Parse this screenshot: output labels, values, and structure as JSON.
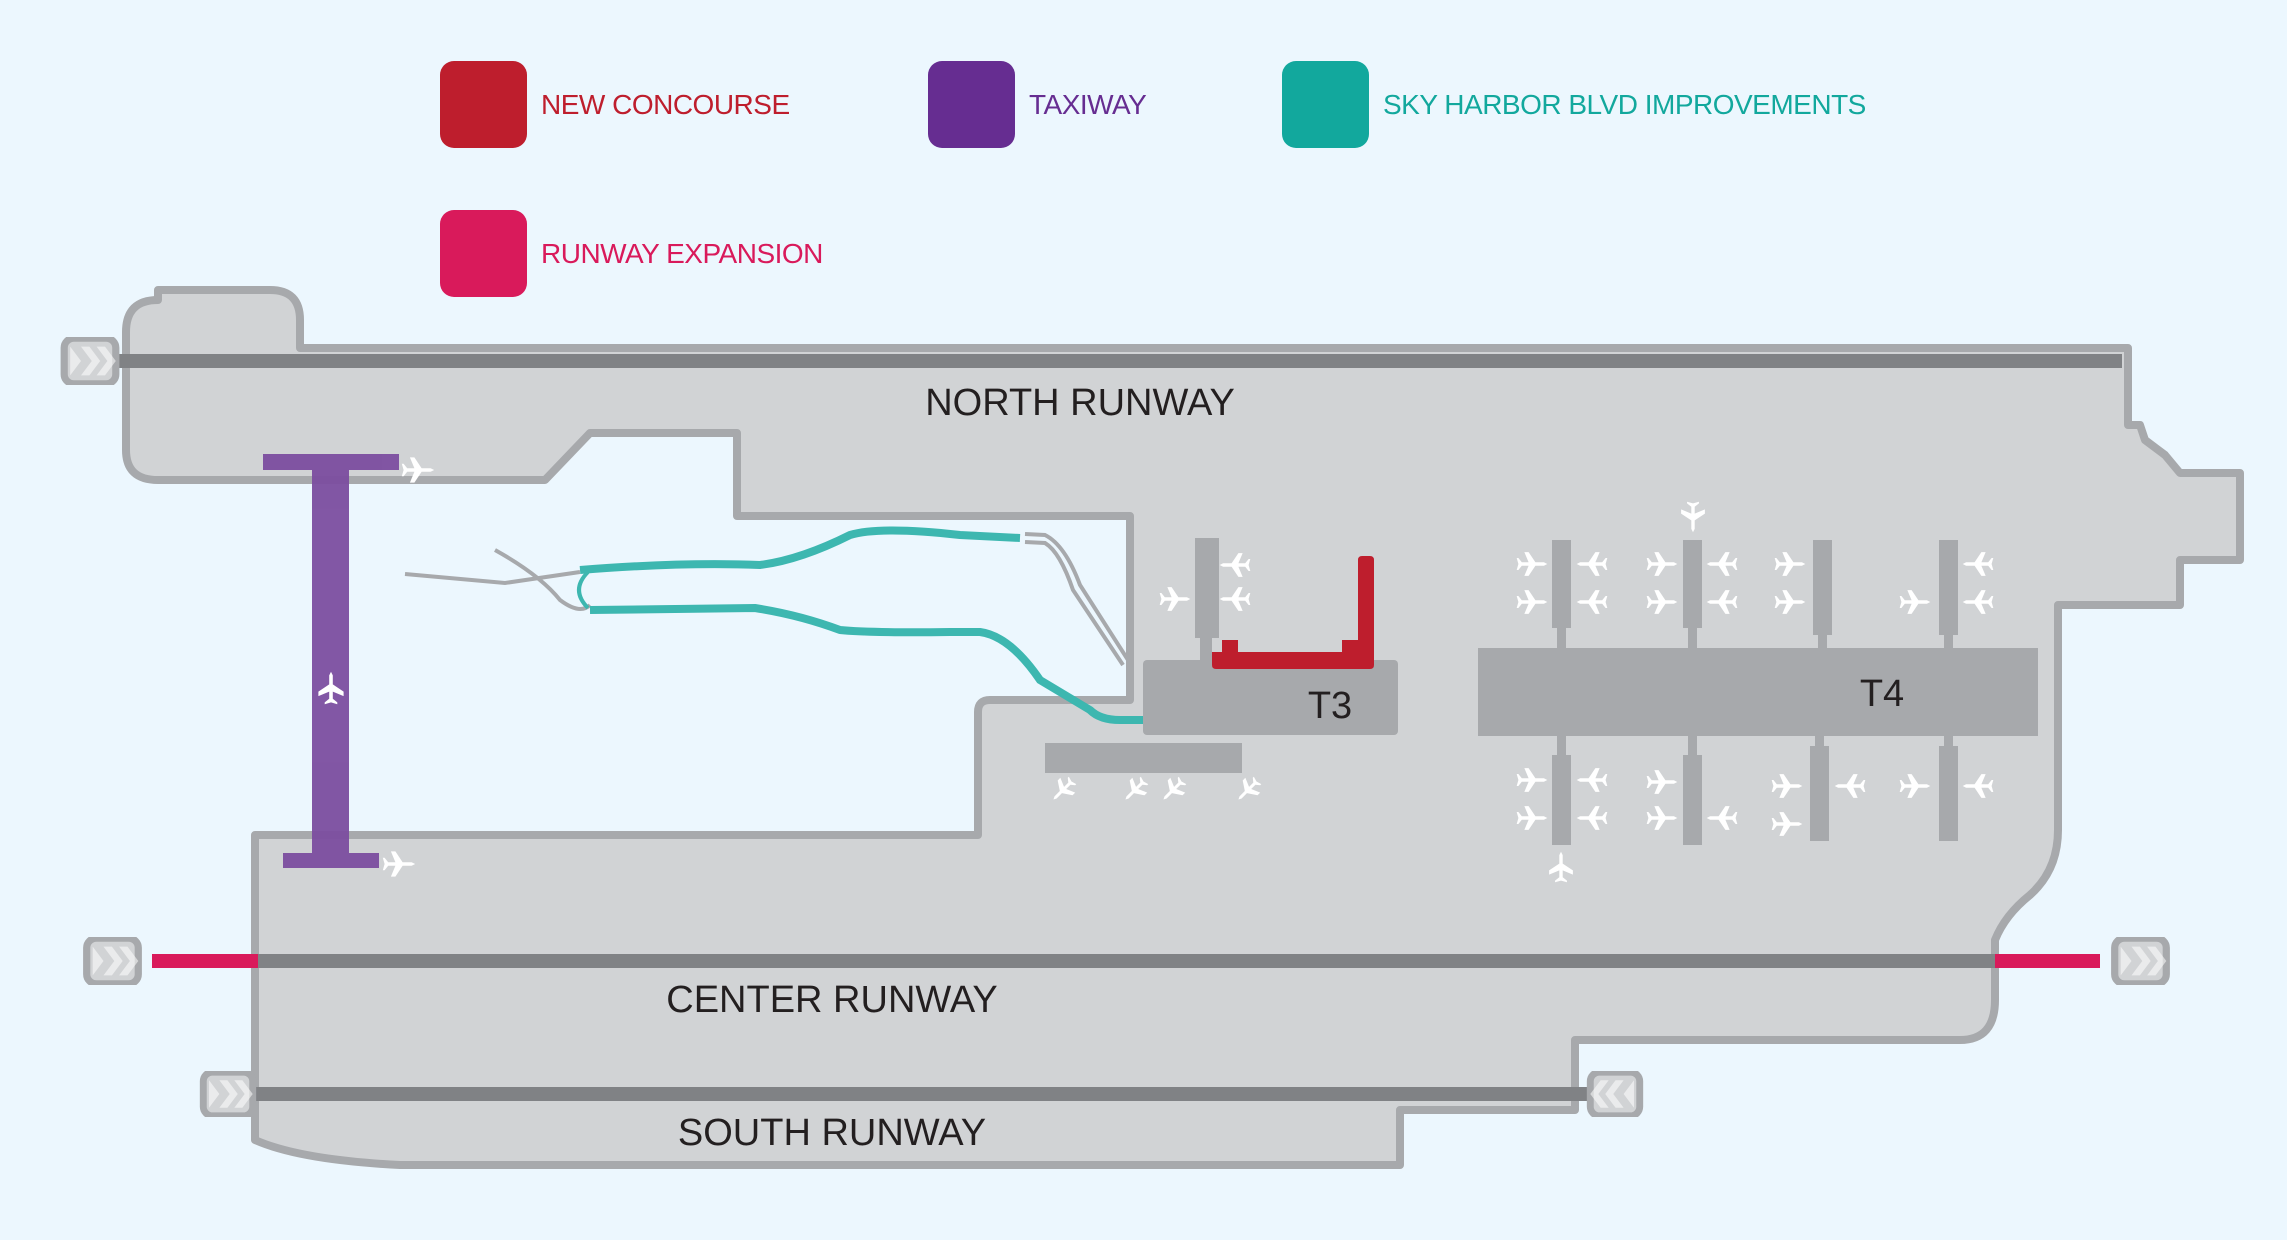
{
  "legend": [
    {
      "label": "NEW CONCOURSE",
      "color": "#be1e2d"
    },
    {
      "label": "TAXIWAY",
      "color": "#662d91"
    },
    {
      "label": "SKY HARBOR BLVD IMPROVEMENTS",
      "color": "#12a89d"
    },
    {
      "label": "RUNWAY EXPANSION",
      "color": "#d91a5b"
    }
  ],
  "runways": {
    "north": "NORTH RUNWAY",
    "center": "CENTER RUNWAY",
    "south": "SOUTH RUNWAY"
  },
  "terminals": {
    "t3": "T3",
    "t4": "T4"
  },
  "colors": {
    "background": "#ecf7fe",
    "airfield": "#d1d3d5",
    "airfield_border": "#a7a9ac",
    "runway": "#808285",
    "terminal": "#a7a9ac",
    "concourse": "#be1e2d",
    "taxiway": "#7c4ea0",
    "boulevard": "#3db7b0",
    "expansion": "#d91a5b"
  }
}
